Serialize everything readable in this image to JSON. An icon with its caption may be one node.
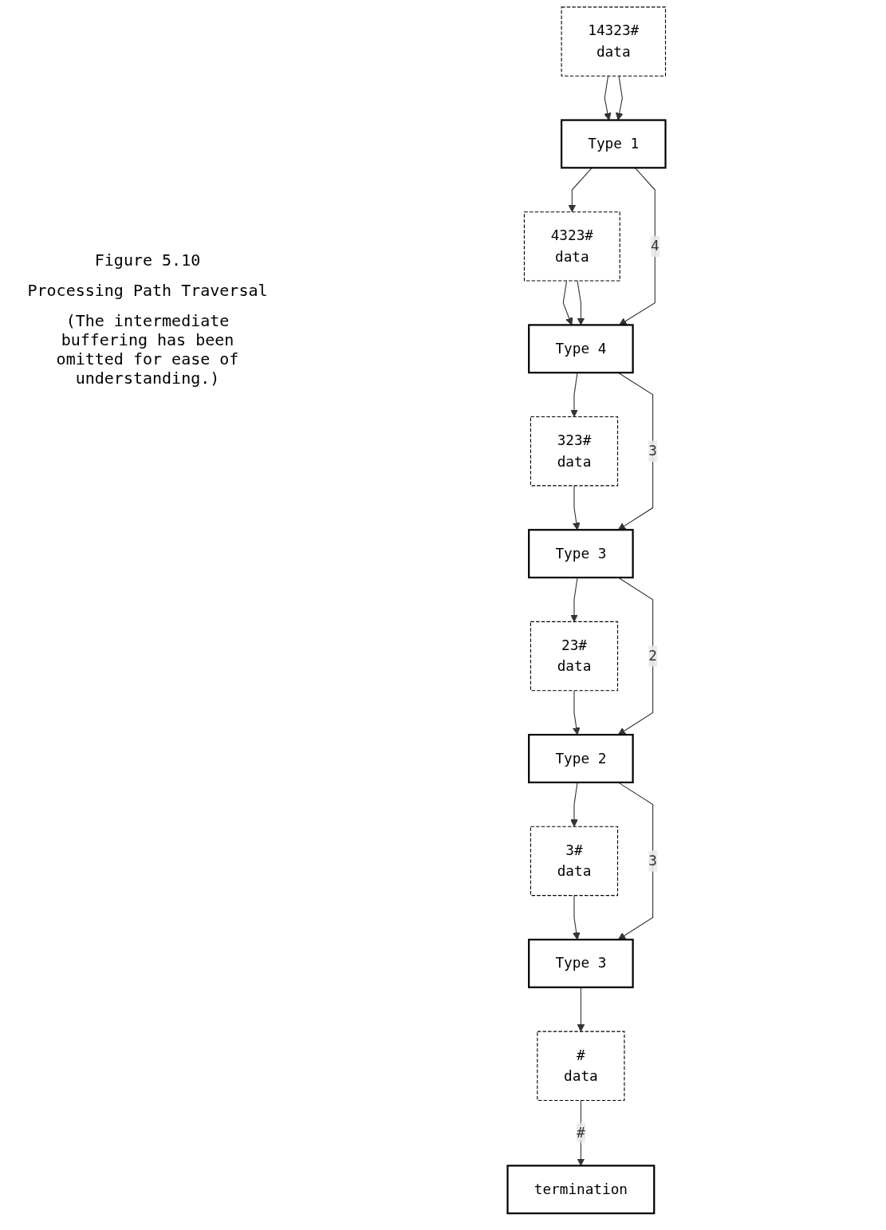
{
  "diagram": {
    "nodes": [
      {
        "text": [
          "Type 1"
        ]
      },
      {
        "text": [
          "14323#",
          "data"
        ]
      },
      {
        "text": [
          "4323#",
          "data"
        ]
      },
      {
        "text": [
          "Type 4"
        ]
      },
      {
        "text": [
          "323#",
          "data"
        ]
      },
      {
        "text": [
          "Type 3"
        ]
      },
      {
        "text": [
          "23#",
          "data"
        ]
      },
      {
        "text": [
          "Type 2"
        ]
      },
      {
        "text": [
          "3#",
          "data"
        ]
      },
      {
        "text": [
          "Type 3"
        ]
      },
      {
        "text": [
          "#",
          "data"
        ]
      },
      {
        "text": [
          "termination"
        ]
      }
    ],
    "edges": [
      {
        "from": 1,
        "to": 0,
        "arrow": "to"
      },
      {
        "from": 1,
        "to": 0,
        "arrow": "to"
      },
      {
        "from": 0,
        "to": 2,
        "arrow": "to"
      },
      {
        "from": 2,
        "to": 3,
        "arrow": "to"
      },
      {
        "from": 2,
        "to": 3,
        "arrow": "to"
      },
      {
        "from": 0,
        "to": 3,
        "arrow": "to",
        "label": "4"
      },
      {
        "from": 3,
        "to": 4,
        "arrow": "to"
      },
      {
        "from": 4,
        "to": 5,
        "arrow": "to"
      },
      {
        "from": 3,
        "to": 5,
        "arrow": "to",
        "label": "3"
      },
      {
        "from": 5,
        "to": 6,
        "arrow": "to"
      },
      {
        "from": 6,
        "to": 7,
        "arrow": "to"
      },
      {
        "from": 5,
        "to": 7,
        "arrow": "to",
        "label": "2"
      },
      {
        "from": 7,
        "to": 8,
        "arrow": "to"
      },
      {
        "from": 8,
        "to": 9,
        "arrow": "to"
      },
      {
        "from": 7,
        "to": 9,
        "arrow": "to",
        "label": "3"
      },
      {
        "from": 9,
        "to": 10,
        "arrow": "to"
      },
      {
        "from": 10,
        "to": 11,
        "arrow": "to",
        "label": "#"
      }
    ],
    "labels": [
      "Figure 5.10",
      "Processing Path Traversal",
      "(The intermediate buffering has been omitted for ease of understanding.)"
    ]
  }
}
